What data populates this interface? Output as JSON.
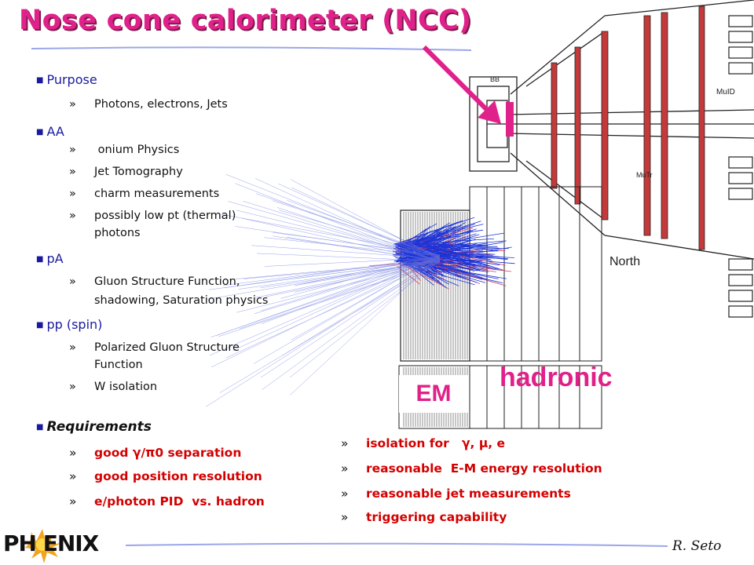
{
  "title": "Nose cone calorimeter (NCC)",
  "bullets": [
    {
      "label": "Purpose",
      "items": [
        "Photons, electrons, Jets"
      ]
    },
    {
      "label": "AA",
      "items": [
        " onium Physics",
        "Jet Tomography",
        "charm measurements",
        "possibly low pt (thermal)",
        "photons"
      ]
    },
    {
      "label": "pA",
      "items": [
        "Gluon Structure Function,",
        "shadowing, Saturation physics"
      ]
    },
    {
      "label": "pp (spin)",
      "items": [
        "Polarized Gluon Structure",
        "Function",
        "W isolation"
      ]
    }
  ],
  "list_marker": "»",
  "requirements": {
    "label": "Requirements",
    "left_items": [
      "good γ/π0 separation",
      "good position resolution",
      "e/photon PID  vs. hadron"
    ],
    "right_items": [
      "isolation for   γ, μ, e",
      "reasonable  E-M energy resolution",
      "reasonable jet measurements",
      "triggering capability"
    ]
  },
  "diagram": {
    "labels": {
      "bb": "BB",
      "muid": "MuID",
      "mutr": "MuTr",
      "north": "North"
    },
    "em_label": "EM",
    "hadronic_label": "hadronic"
  },
  "logo_text": "PH  ENIX",
  "author": "R. Seto",
  "colors": {
    "title": "#e0218a",
    "bullet": "#1a1aa0",
    "requirement": "#d40000",
    "arrow": "#e0218a"
  }
}
